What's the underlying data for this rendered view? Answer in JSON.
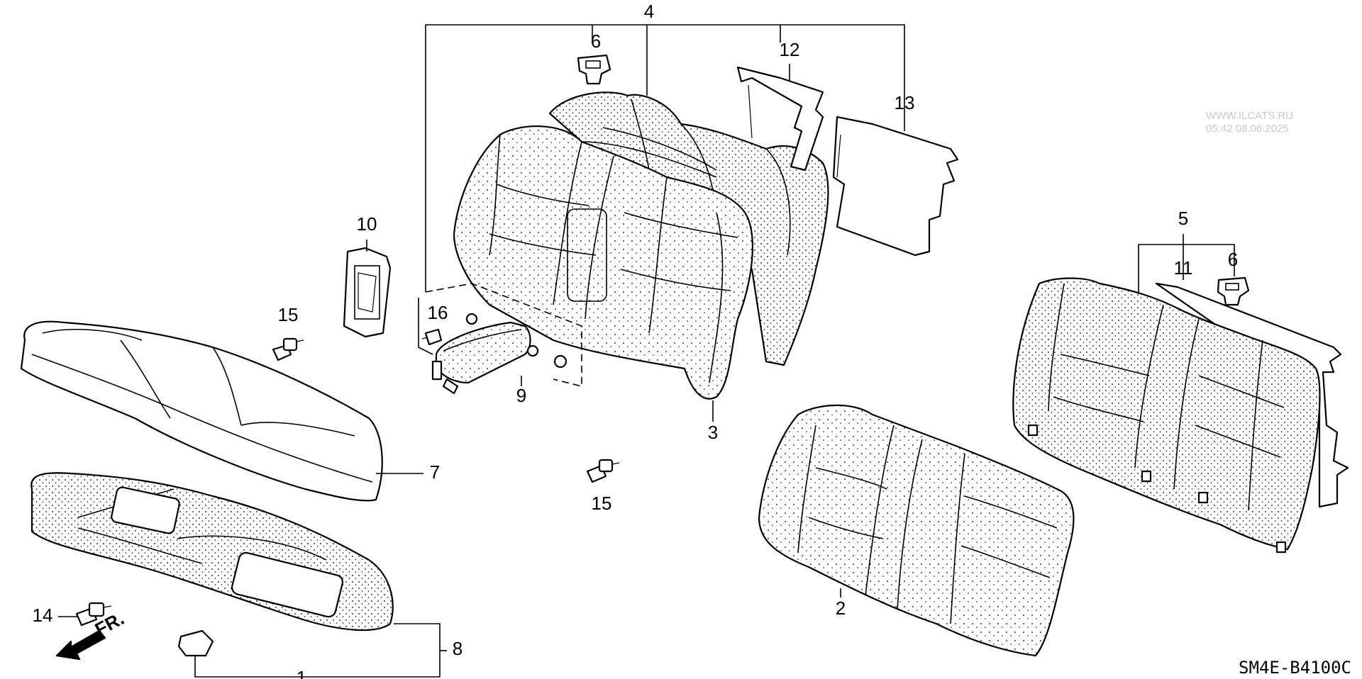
{
  "diagram": {
    "code": "SM4E-B4100C",
    "watermark_site": "WWW.ILCATS.RU",
    "watermark_time": "05:42 08.06.2025",
    "direction_label": "FR.",
    "callouts": {
      "c1": "1",
      "c2": "2",
      "c3": "3",
      "c4": "4",
      "c5": "5",
      "c6a": "6",
      "c6b": "6",
      "c7": "7",
      "c8": "8",
      "c9": "9",
      "c10": "10",
      "c11": "11",
      "c12": "12",
      "c13": "13",
      "c14": "14",
      "c15a": "15",
      "c15b": "15",
      "c16": "16"
    }
  }
}
